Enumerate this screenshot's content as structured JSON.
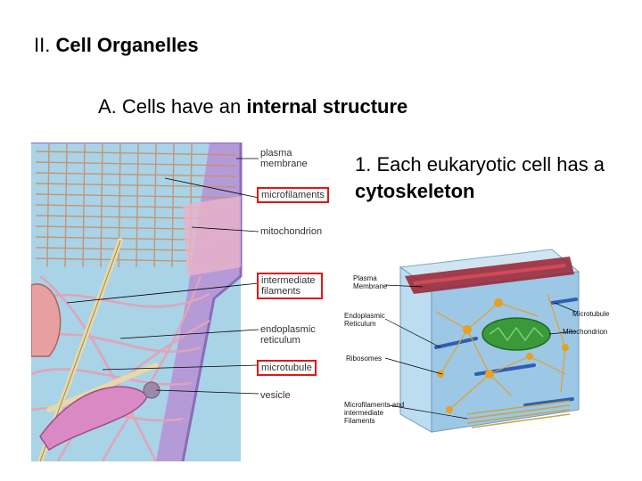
{
  "heading": {
    "numeral": "II.",
    "title": "Cell Organelles"
  },
  "subheading": {
    "prefix": "A. Cells have an",
    "emphasis": "internal structure"
  },
  "point": {
    "prefix": "1. Each eukaryotic cell has a",
    "emphasis": "cytoskeleton"
  },
  "left_figure": {
    "labels": {
      "plasma_membrane": "plasma membrane",
      "microfilaments": "microfilaments",
      "mitochondrion": "mitochondrion",
      "intermediate_filaments": "intermediate filaments",
      "endoplasmic_reticulum": "endoplasmic reticulum",
      "microtubule": "microtubule",
      "vesicle": "vesicle"
    },
    "highlight_color": "#e01818"
  },
  "right_figure": {
    "labels": {
      "plasma_membrane": "Plasma Membrane",
      "endoplasmic_reticulum": "Endoplasmic Reticulum",
      "ribosomes": "Ribosomes",
      "microfilaments": "Microfilaments and intermediate Filaments",
      "microtubule": "Microtubule",
      "mitochondrion": "Mitochondrion"
    }
  }
}
